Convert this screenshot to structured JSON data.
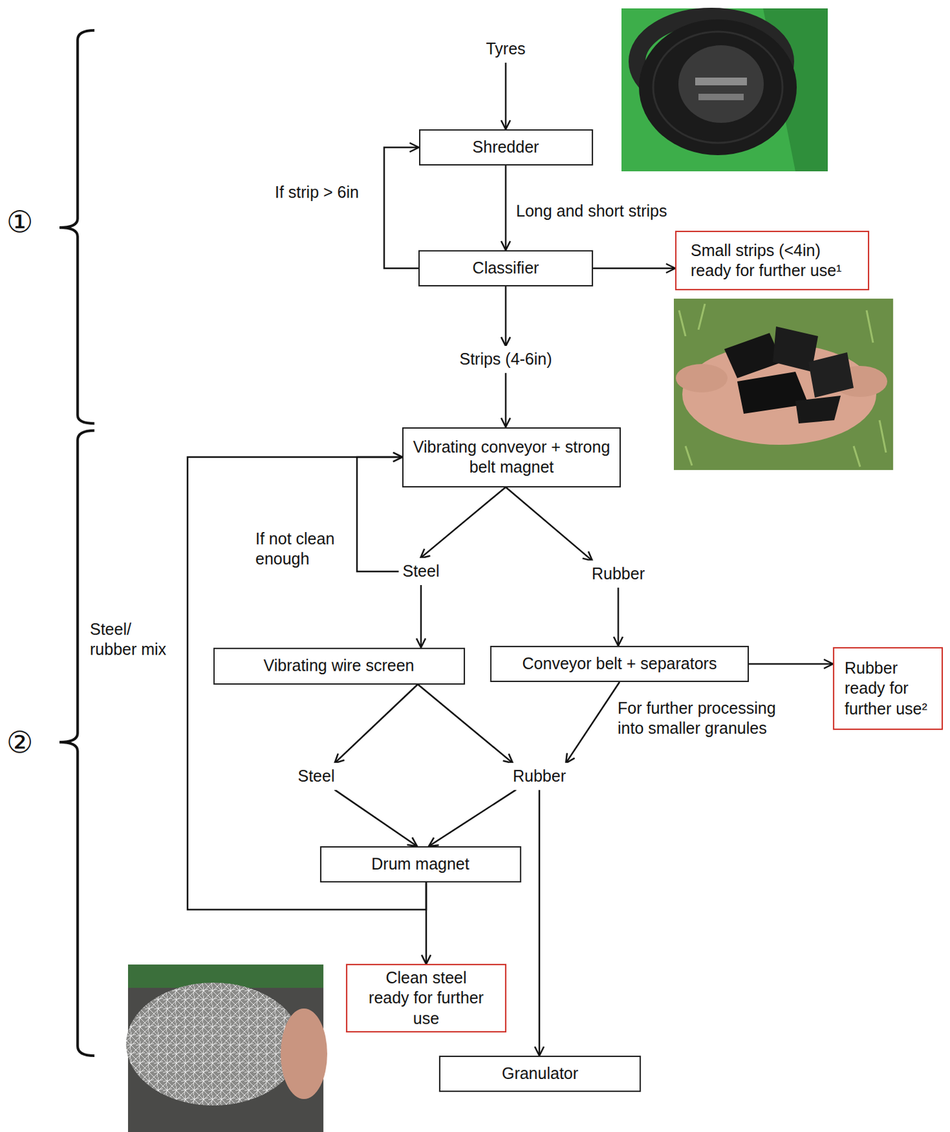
{
  "diagram": {
    "nodes": [
      {
        "text": [
          "Tyres"
        ]
      },
      {
        "text": [
          "Shredder"
        ]
      },
      {
        "text": [
          "Classifier"
        ]
      },
      {
        "text": [
          "Small strips (<4in) ready for further use¹"
        ]
      },
      {
        "text": [
          "Strips (4-6in)"
        ]
      },
      {
        "text": [
          "Vibrating conveyor + strong belt magnet"
        ]
      },
      {
        "text": [
          "Steel"
        ]
      },
      {
        "text": [
          "Rubber"
        ]
      },
      {
        "text": [
          "Vibrating wire screen"
        ]
      },
      {
        "text": [
          "Conveyor belt + separators"
        ]
      },
      {
        "text": [
          "Rubber ready for further use²"
        ]
      },
      {
        "text": [
          "Steel"
        ]
      },
      {
        "text": [
          "Rubber"
        ]
      },
      {
        "text": [
          "Drum magnet"
        ]
      },
      {
        "text": [
          "Clean steel ready for further use"
        ]
      },
      {
        "text": [
          "Granulator"
        ]
      }
    ],
    "edges": [
      {
        "from": 0,
        "to": 1,
        "arrow": "to"
      },
      {
        "from": 1,
        "to": 2,
        "label": "Long and short strips",
        "arrow": "to"
      },
      {
        "from": 2,
        "to": 1,
        "label": "If strip > 6in",
        "arrow": "to"
      },
      {
        "from": 2,
        "to": 3,
        "arrow": "to"
      },
      {
        "from": 2,
        "to": 4,
        "arrow": "to"
      },
      {
        "from": 4,
        "to": 5,
        "arrow": "to"
      },
      {
        "from": 5,
        "to": 6,
        "arrow": "to"
      },
      {
        "from": 5,
        "to": 7,
        "arrow": "to"
      },
      {
        "from": 6,
        "to": 5,
        "label": "If not clean enough",
        "arrow": "to"
      },
      {
        "from": 6,
        "to": 8,
        "arrow": "to"
      },
      {
        "from": 7,
        "to": 9,
        "arrow": "to"
      },
      {
        "from": 9,
        "to": 10,
        "arrow": "to"
      },
      {
        "from": 9,
        "to": 12,
        "label": "For further processing into smaller granules",
        "arrow": "to"
      },
      {
        "from": 8,
        "to": 11,
        "arrow": "to"
      },
      {
        "from": 8,
        "to": 12,
        "arrow": "to"
      },
      {
        "from": 11,
        "to": 13,
        "arrow": "to"
      },
      {
        "from": 12,
        "to": 13,
        "arrow": "to"
      },
      {
        "from": 12,
        "to": 15,
        "arrow": "to"
      },
      {
        "from": 13,
        "to": 5,
        "label": "Steel/ rubber mix",
        "arrow": "to"
      },
      {
        "from": 13,
        "to": 14,
        "arrow": "to"
      }
    ],
    "labels": [
      "①",
      "②"
    ]
  }
}
